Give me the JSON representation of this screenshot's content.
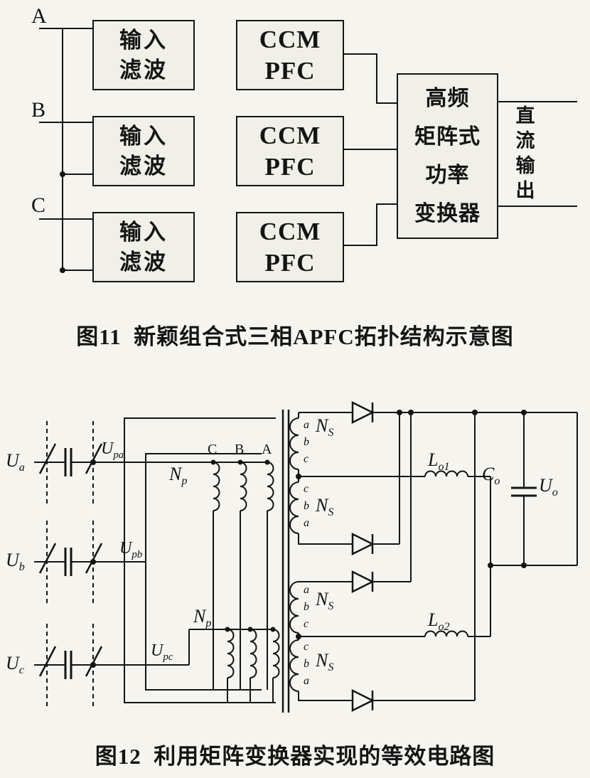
{
  "fig11": {
    "phases": [
      "A",
      "B",
      "C"
    ],
    "filter_label": "输入\n滤波",
    "pfc_label": "CCM\nPFC",
    "converter_label": "高频\n矩阵式\n功率\n变换器",
    "dc_output_label": "直流输出",
    "caption": "图11  新颖组合式三相APFC拓扑结构示意图"
  },
  "fig12": {
    "sources": [
      {
        "base": "U",
        "sub": "a"
      },
      {
        "base": "U",
        "sub": "b"
      },
      {
        "base": "U",
        "sub": "c"
      }
    ],
    "primary_nodes": [
      {
        "base": "U",
        "sub": "pa"
      },
      {
        "base": "U",
        "sub": "pb"
      },
      {
        "base": "U",
        "sub": "pc"
      }
    ],
    "primary_winding": {
      "base": "N",
      "sub": "p"
    },
    "secondary_winding": {
      "base": "N",
      "sub": "S"
    },
    "primary_phases": [
      "C",
      "B",
      "A"
    ],
    "secondary_phase_groups": [
      [
        "a",
        "b",
        "c"
      ],
      [
        "c",
        "b",
        "a"
      ],
      [
        "a",
        "b",
        "c"
      ],
      [
        "c",
        "b",
        "a"
      ]
    ],
    "inductors": [
      {
        "base": "L",
        "sub": "o1"
      },
      {
        "base": "L",
        "sub": "o2"
      }
    ],
    "output_cap": {
      "base": "C",
      "sub": "o"
    },
    "output_voltage": {
      "base": "U",
      "sub": "o"
    },
    "caption": "图12  利用矩阵变换器实现的等效电路图"
  }
}
